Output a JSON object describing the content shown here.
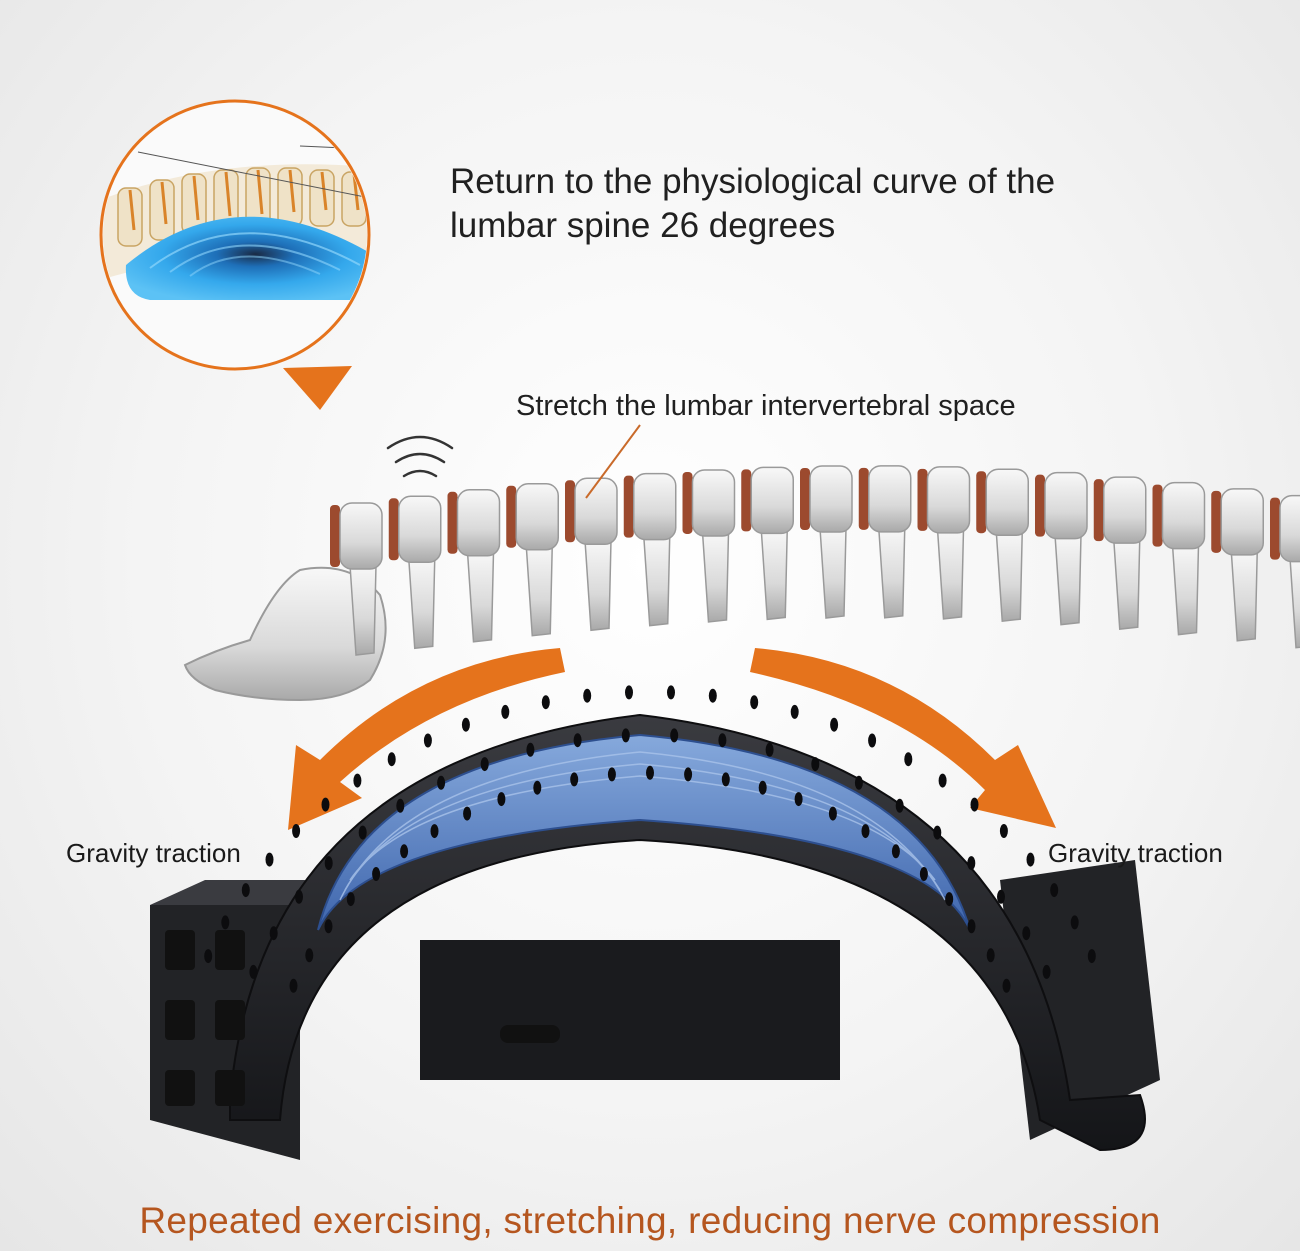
{
  "headline": {
    "line1": "Return to the physiological curve of the",
    "line2": "lumbar spine 26 degrees"
  },
  "callout": "Stretch the lumbar intervertebral space",
  "labels": {
    "left": "Gravity traction",
    "right": "Gravity traction"
  },
  "footer": "Repeated exercising, stretching, reducing nerve compression",
  "colors": {
    "accent_orange": "#e5731c",
    "footer_text": "#b5561f",
    "stretcher_black": "#1e1f22",
    "pad_blue": "#5b86c8",
    "bone": "#e4e4e4",
    "disc": "#9c4a2e",
    "zoom_blue": "#2fa6e8"
  }
}
